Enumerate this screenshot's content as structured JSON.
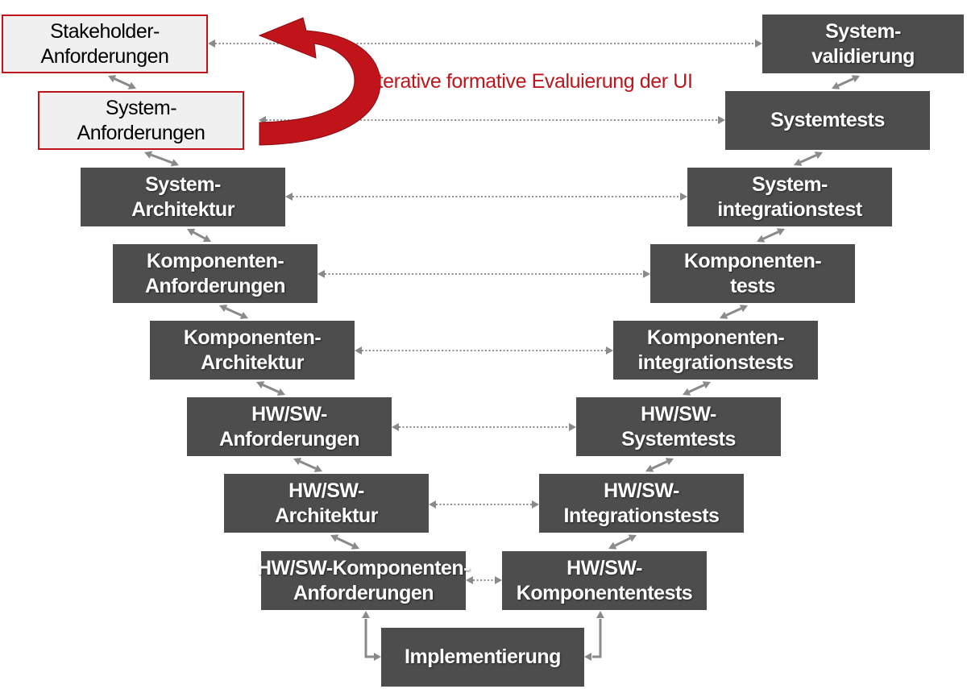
{
  "caption": "Iterative formative Evaluierung der UI",
  "colors": {
    "box_fill": "#4d4d4d",
    "box_text": "#ffffff",
    "requirement_fill": "#f0f0f0",
    "requirement_border": "#c0141a",
    "accent_red": "#c0141a",
    "connector": "#8a8a8a"
  },
  "left_branch": [
    {
      "id": "stakeholder-anforderungen",
      "lines": [
        "Stakeholder-",
        "Anforderungen"
      ],
      "style": "outlined"
    },
    {
      "id": "system-anforderungen",
      "lines": [
        "System-",
        "Anforderungen"
      ],
      "style": "outlined"
    },
    {
      "id": "system-architektur",
      "lines": [
        "System-",
        "Architektur"
      ],
      "style": "filled"
    },
    {
      "id": "komponenten-anforderungen",
      "lines": [
        "Komponenten-",
        "Anforderungen"
      ],
      "style": "filled"
    },
    {
      "id": "komponenten-architektur",
      "lines": [
        "Komponenten-",
        "Architektur"
      ],
      "style": "filled"
    },
    {
      "id": "hwsw-anforderungen",
      "lines": [
        "HW/SW-",
        "Anforderungen"
      ],
      "style": "filled"
    },
    {
      "id": "hwsw-architektur",
      "lines": [
        "HW/SW-",
        "Architektur"
      ],
      "style": "filled"
    },
    {
      "id": "hwsw-komponenten-anforderungen",
      "lines": [
        "HW/SW-Komponenten-",
        "Anforderungen"
      ],
      "style": "filled"
    }
  ],
  "right_branch": [
    {
      "id": "systemvalidierung",
      "lines": [
        "System-",
        "validierung"
      ],
      "style": "filled"
    },
    {
      "id": "systemtests",
      "lines": [
        "Systemtests"
      ],
      "style": "filled"
    },
    {
      "id": "systemintegrationstest",
      "lines": [
        "System-",
        "integrationstest"
      ],
      "style": "filled"
    },
    {
      "id": "komponententests",
      "lines": [
        "Komponenten-",
        "tests"
      ],
      "style": "filled"
    },
    {
      "id": "komponentenintegrationstests",
      "lines": [
        "Komponenten-",
        "integrationstests"
      ],
      "style": "filled"
    },
    {
      "id": "hwsw-systemtests",
      "lines": [
        "HW/SW-",
        "Systemtests"
      ],
      "style": "filled"
    },
    {
      "id": "hwsw-integrationstests",
      "lines": [
        "HW/SW-",
        "Integrationstests"
      ],
      "style": "filled"
    },
    {
      "id": "hwsw-komponententests",
      "lines": [
        "HW/SW-",
        "Komponententests"
      ],
      "style": "filled"
    }
  ],
  "bottom": {
    "id": "implementierung",
    "lines": [
      "Implementierung"
    ],
    "style": "filled"
  }
}
